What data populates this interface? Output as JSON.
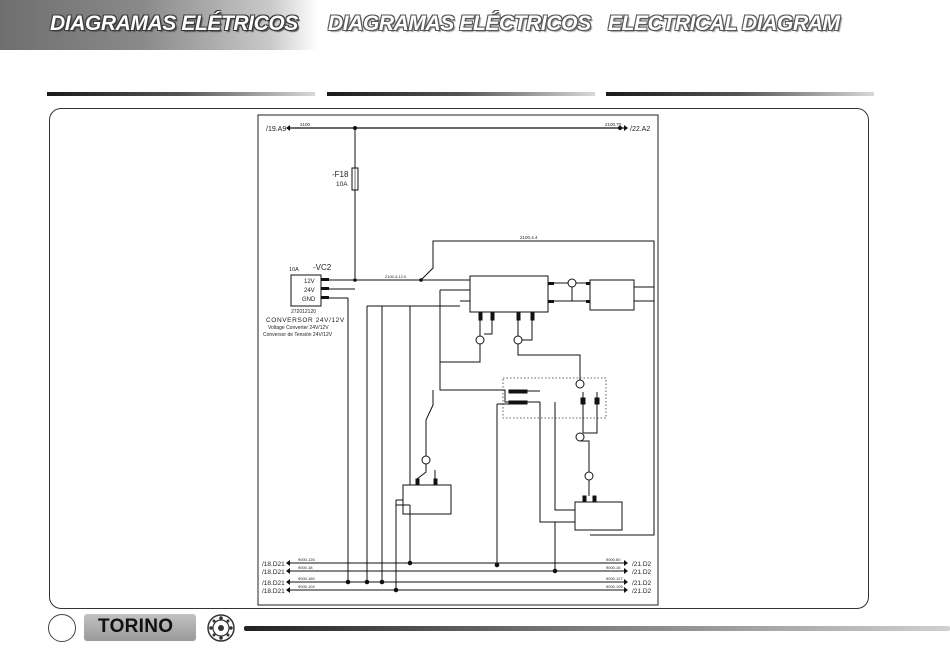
{
  "header": {
    "title_pt": "DIAGRAMAS ELÉTRICOS",
    "title_es": "DIAGRAMAS ELÉCTRICOS",
    "title_en": "ELECTRICAL DIAGRAM"
  },
  "diagram": {
    "ref_top_left": "/19.A9",
    "ref_top_right": "/22.A2",
    "wire_top_left": "2100",
    "wire_top_right": "2100.70",
    "fuse_name": "-F18",
    "fuse_rating": "10A",
    "converter_name": "-VC2",
    "converter_rating": "10A",
    "converter_pins": [
      "12V",
      "24V",
      "GND"
    ],
    "converter_code": "272012120",
    "converter_label_pt": "CONVERSOR 24V/12V",
    "converter_label_en": "Voltage Converter 24V/12V",
    "converter_label_es": "Conversor de Tensión 24V/12V",
    "wire_mid": "2100.4.4",
    "wire_conv": "2100.4.12.0",
    "ref_left": [
      "/18.D21",
      "/18.D21",
      "/18.D21",
      "/18.D21"
    ],
    "ref_right": [
      "/21.D2",
      "/21.D2",
      "/21.D2",
      "/21.D2"
    ],
    "wires_left": [
      "9000.126",
      "9000.18",
      "9000.160",
      "9000.104"
    ],
    "wires_right": [
      "9000.60",
      "9000.16",
      "9000.127",
      "9000.105"
    ]
  },
  "footer": {
    "model": "TORINO"
  }
}
